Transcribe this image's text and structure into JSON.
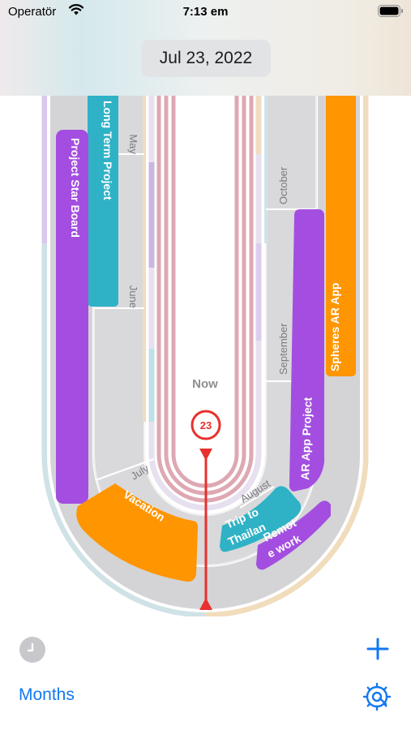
{
  "status_bar": {
    "carrier": "Operatör",
    "time": "7:13 em"
  },
  "header": {
    "date": "Jul 23, 2022"
  },
  "timeline": {
    "months": [
      "May",
      "June",
      "July",
      "August",
      "September",
      "October"
    ],
    "now_label": "Now",
    "today_day": "23",
    "events": [
      {
        "label": "Long Term Project",
        "color": "#2fb2c6"
      },
      {
        "label": "Project Star Board",
        "color": "#a34ee0"
      },
      {
        "label": "Spheres AR App",
        "color": "#ff9500"
      },
      {
        "label": "AR App Project",
        "color": "#a34ee0"
      },
      {
        "label": "Vacation",
        "color": "#ff9500"
      },
      {
        "label": "Trip to",
        "label2": "Thailan",
        "color": "#2fb2c6"
      },
      {
        "label": "Remot",
        "label2": "e work",
        "color": "#a34ee0"
      }
    ],
    "now_color": "#e8302d"
  },
  "toolbar": {
    "months_label": "Months"
  },
  "colors": {
    "accent": "#1478f0"
  },
  "icons": {
    "clock": "clock-icon",
    "plus": "plus-icon",
    "settings": "gear-icon"
  }
}
